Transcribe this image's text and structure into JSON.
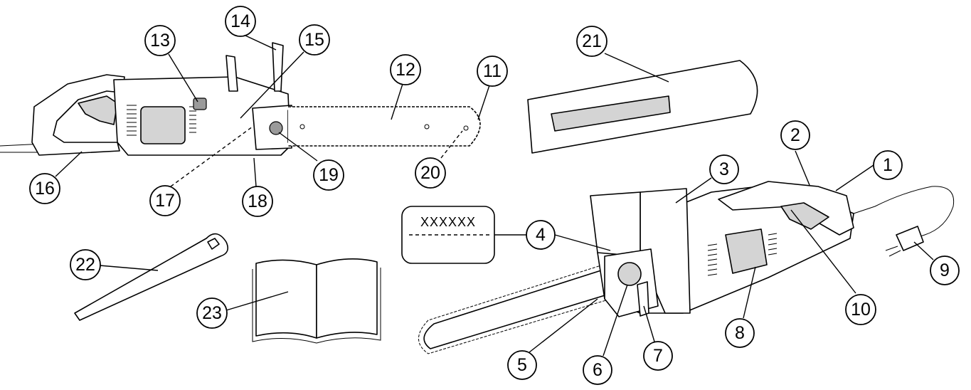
{
  "callouts": [
    {
      "id": "1",
      "label": "1"
    },
    {
      "id": "2",
      "label": "2"
    },
    {
      "id": "3",
      "label": "3"
    },
    {
      "id": "4",
      "label": "4"
    },
    {
      "id": "5",
      "label": "5"
    },
    {
      "id": "6",
      "label": "6"
    },
    {
      "id": "7",
      "label": "7"
    },
    {
      "id": "8",
      "label": "8"
    },
    {
      "id": "9",
      "label": "9"
    },
    {
      "id": "10",
      "label": "10"
    },
    {
      "id": "11",
      "label": "11"
    },
    {
      "id": "12",
      "label": "12"
    },
    {
      "id": "13",
      "label": "13"
    },
    {
      "id": "14",
      "label": "14"
    },
    {
      "id": "15",
      "label": "15"
    },
    {
      "id": "16",
      "label": "16"
    },
    {
      "id": "17",
      "label": "17"
    },
    {
      "id": "18",
      "label": "18"
    },
    {
      "id": "19",
      "label": "19"
    },
    {
      "id": "20",
      "label": "20"
    },
    {
      "id": "21",
      "label": "21"
    },
    {
      "id": "22",
      "label": "22"
    },
    {
      "id": "23",
      "label": "23"
    }
  ],
  "type_label": {
    "text": "XXXXXX"
  }
}
